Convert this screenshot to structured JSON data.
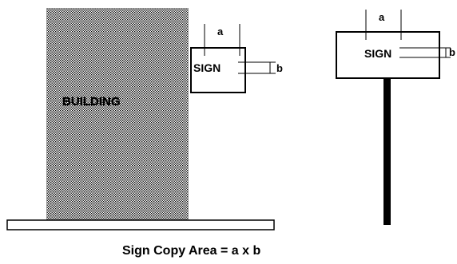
{
  "diagram": {
    "building_label": "BUILDING",
    "wall_sign": {
      "text": "SIGN",
      "dim_a": "a",
      "dim_b": "b"
    },
    "pole_sign": {
      "text": "SIGN",
      "dim_a": "a",
      "dim_b": "b"
    },
    "caption": "Sign Copy Area = a x b"
  }
}
